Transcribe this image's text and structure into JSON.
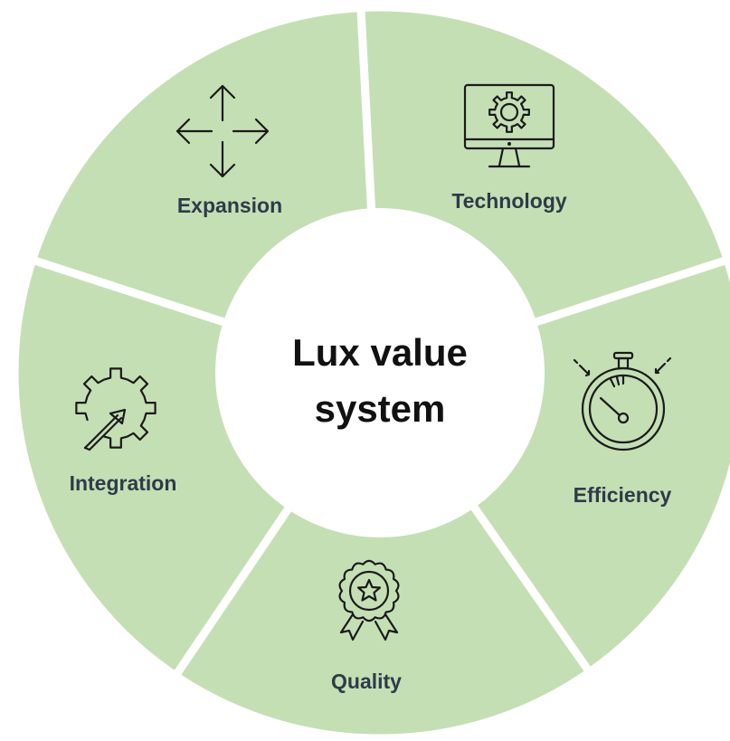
{
  "center": {
    "line1": "Lux value",
    "line2": "system"
  },
  "segments": [
    {
      "label": "Technology",
      "icon": "monitor-gear-icon"
    },
    {
      "label": "Efficiency",
      "icon": "stopwatch-icon"
    },
    {
      "label": "Quality",
      "icon": "award-badge-icon"
    },
    {
      "label": "Integration",
      "icon": "gear-arrow-icon"
    },
    {
      "label": "Expansion",
      "icon": "four-arrows-icon"
    }
  ],
  "colors": {
    "segment_fill": "#c5dfb4",
    "gap": "#ffffff",
    "label_text": "#2e3b4a",
    "center_text": "#111111",
    "icon_stroke": "#1a1a1a"
  }
}
